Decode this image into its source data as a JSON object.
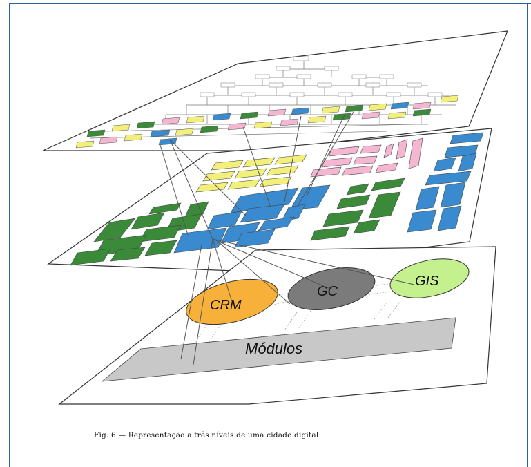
{
  "diagram": {
    "nodes": {
      "crm": {
        "label": "CRM",
        "color": "#f7b13b"
      },
      "gc": {
        "label": "GC",
        "color": "#7b7b7b"
      },
      "gis": {
        "label": "GIS",
        "color": "#c4f08e"
      },
      "modules": {
        "label": "Módulos",
        "color": "#c8c8c8"
      }
    },
    "block_colors": {
      "yellow": "#f2f07a",
      "pink": "#f4b6d0",
      "green": "#3a8a3a",
      "blue": "#3a8ad0"
    }
  },
  "caption": "Fig. 6 — Representação a três níveis de uma cidade digital"
}
